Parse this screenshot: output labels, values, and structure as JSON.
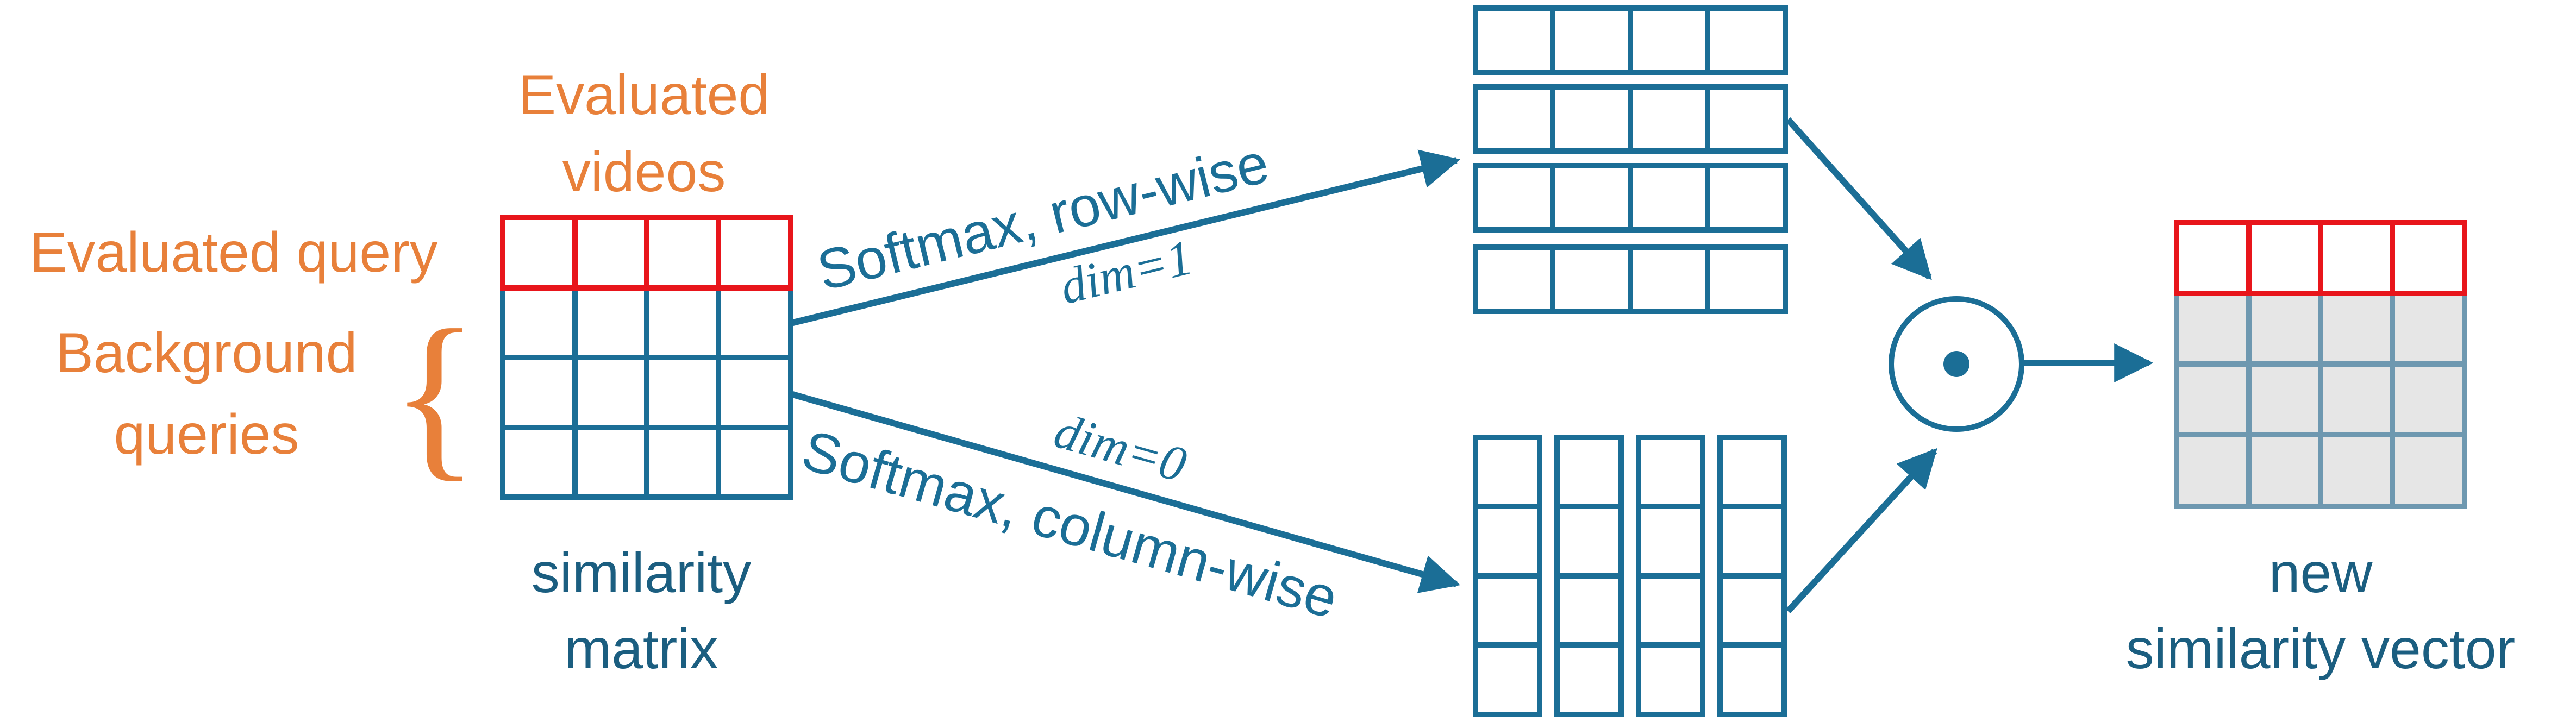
{
  "labels": {
    "evaluated_videos_1": "Evaluated",
    "evaluated_videos_2": "videos",
    "evaluated_query": "Evaluated query",
    "background_queries_1": "Background",
    "background_queries_2": "queries",
    "brace": "{",
    "similarity_matrix_1": "similarity",
    "similarity_matrix_2": "matrix",
    "softmax_row": "Softmax, row-wise",
    "dim_row": "dim=1",
    "softmax_col": "Softmax, column-wise",
    "dim_col": "dim=0",
    "new_vector_1": "new",
    "new_vector_2": "similarity vector"
  },
  "colors": {
    "matrix": "#1B6E96",
    "highlight": "#E8151B",
    "label_orange": "#E8803A",
    "output_fill": "#E6E6E6",
    "output_grid": "#6E98B0"
  },
  "operator_icon": "hadamard-product-icon"
}
